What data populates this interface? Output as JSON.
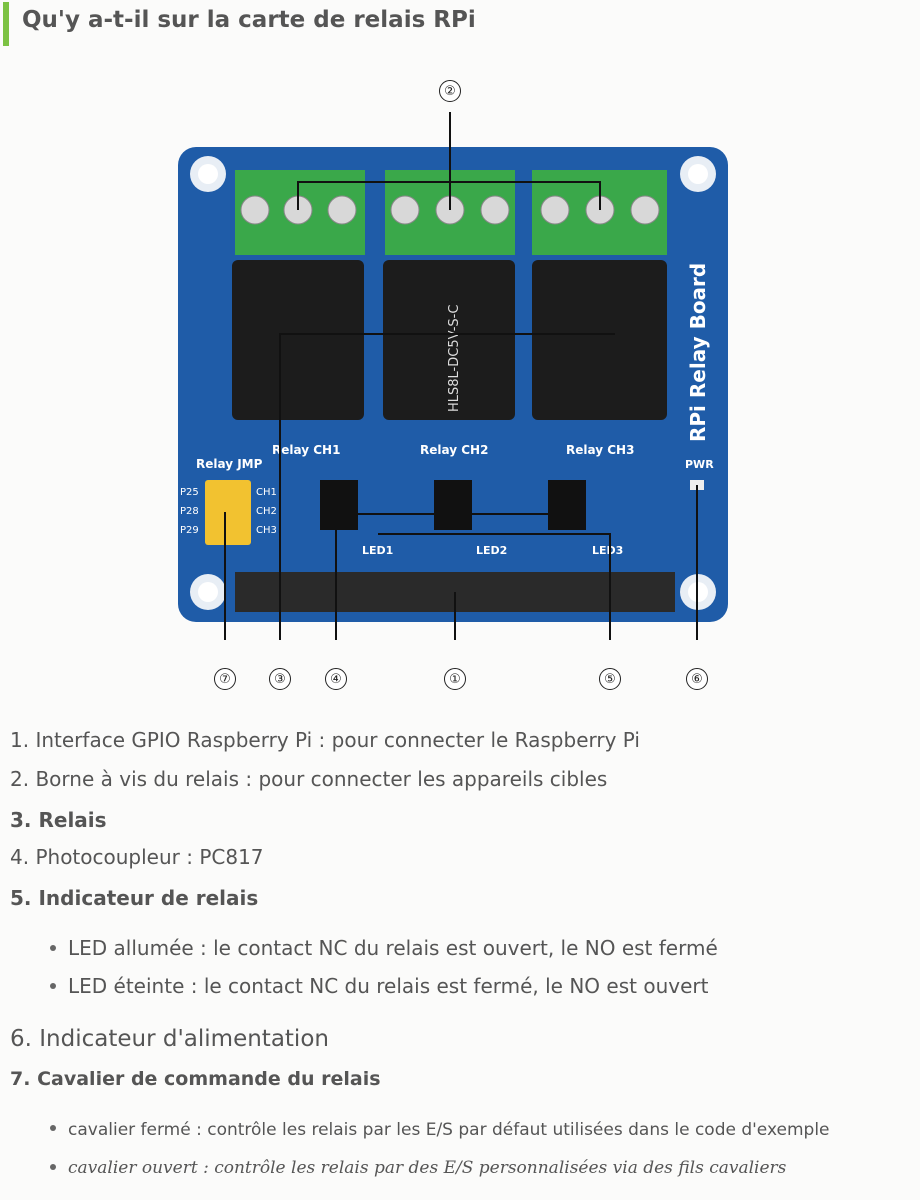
{
  "page": {
    "title": "Qu'y a-t-il sur la carte de relais RPi"
  },
  "board": {
    "name": "RPi Relay Board",
    "relay_labels": [
      "Relay CH1",
      "Relay CH2",
      "Relay CH3"
    ],
    "led_labels": [
      "LED1",
      "LED2",
      "LED3"
    ],
    "jmp_label": "Relay JMP",
    "pwr_label": "PWR",
    "jmp_pins": [
      "P25",
      "P28",
      "P29"
    ],
    "jmp_channels": [
      "CH1",
      "CH2",
      "CH3"
    ],
    "relay_text": "HLS8L-DC5V-S-C",
    "callouts": [
      "②",
      "⑦",
      "③",
      "④",
      "①",
      "⑤",
      "⑥"
    ]
  },
  "items": [
    {
      "num": "1.",
      "text": "Interface GPIO Raspberry Pi : pour connecter le Raspberry Pi"
    },
    {
      "num": "2.",
      "text": "Borne à vis du relais : pour connecter les appareils cibles"
    },
    {
      "num": "3.",
      "text": "Relais"
    },
    {
      "num": "4.",
      "text": "Photocoupleur : PC817"
    },
    {
      "num": "5.",
      "text": "Indicateur de relais"
    },
    {
      "num": "6.",
      "text": "Indicateur d'alimentation"
    },
    {
      "num": "7.",
      "text": "Cavalier de commande du relais"
    }
  ],
  "bullets_5": [
    "LED allumée : le contact NC du relais est ouvert, le NO est fermé",
    "LED éteinte : le contact NC du relais est fermé, le NO est ouvert"
  ],
  "bullets_7": [
    "cavalier fermé : contrôle les relais par les E/S par défaut utilisées dans le code d'exemple",
    "cavalier ouvert : contrôle les relais par des E/S personnalisées via des fils cavaliers"
  ],
  "colors": {
    "accent": "#7cc243",
    "pcb": "#1f5ca8",
    "terminal": "#3aa84a",
    "relay": "#1c1c1c"
  }
}
